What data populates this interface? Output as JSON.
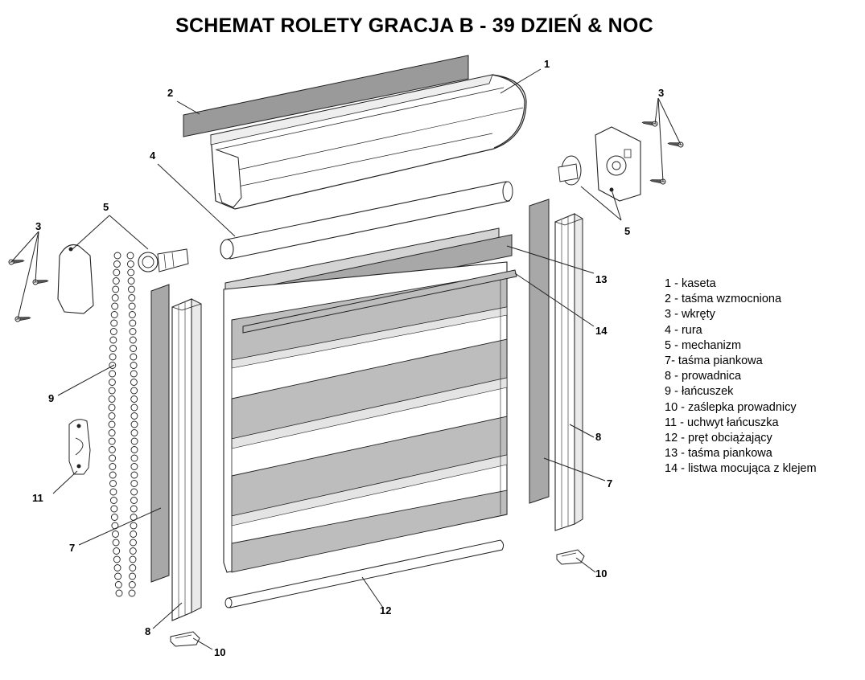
{
  "title": "SCHEMAT ROLETY GRACJA B - 39 DZIEŃ & NOC",
  "callouts": {
    "c1": "1",
    "c2": "2",
    "c3_right": "3",
    "c3_left": "3",
    "c4": "4",
    "c5_left": "5",
    "c5_right": "5",
    "c7_left": "7",
    "c7_right": "7",
    "c8_left": "8",
    "c8_right": "8",
    "c9": "9",
    "c10_left": "10",
    "c10_right": "10",
    "c11": "11",
    "c12": "12",
    "c13": "13",
    "c14": "14"
  },
  "legend": [
    "1 - kaseta",
    "2 - taśma wzmocniona",
    "3 - wkręty",
    "4 - rura",
    "5 - mechanizm",
    "7- taśma piankowa",
    "8 - prowadnica",
    "9 - łańcuszek",
    "10 - zaślepka prowadnicy",
    "11 - uchwyt łańcuszka",
    "12 - pręt obciążający",
    "13 - taśma piankowa",
    "14 - listwa mocująca z klejem"
  ],
  "colors": {
    "stroke": "#222222",
    "dark_gray": "#9a9a9a",
    "mid_gray": "#bdbdbd",
    "light_gray": "#dcdcdc",
    "white": "#ffffff"
  }
}
